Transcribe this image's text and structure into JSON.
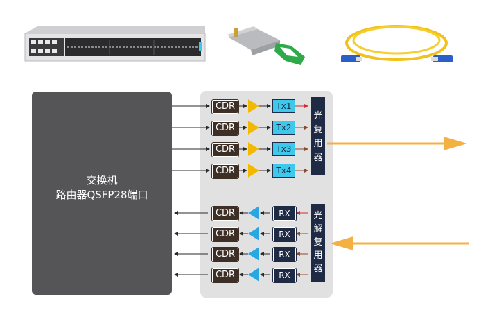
{
  "switch": {
    "line1": "交换机",
    "line2": "路由器QSFP28端口"
  },
  "tx_lanes": [
    {
      "cdr": "CDR",
      "label": "Tx1"
    },
    {
      "cdr": "CDR",
      "label": "Tx2"
    },
    {
      "cdr": "CDR",
      "label": "Tx3"
    },
    {
      "cdr": "CDR",
      "label": "Tx4"
    }
  ],
  "rx_lanes": [
    {
      "cdr": "CDR",
      "label": "RX"
    },
    {
      "cdr": "CDR",
      "label": "RX"
    },
    {
      "cdr": "CDR",
      "label": "RX"
    },
    {
      "cdr": "CDR",
      "label": "RX"
    }
  ],
  "mux": {
    "text": "光复用器"
  },
  "demux": {
    "text": "光解复用器"
  },
  "colors": {
    "arrow": "#f5b042",
    "tx_arrow_red": "#d42a2a",
    "tx_arrow_brown": "#8b4a2b",
    "driver": "#f5b800",
    "receiver": "#2aa7e0"
  }
}
